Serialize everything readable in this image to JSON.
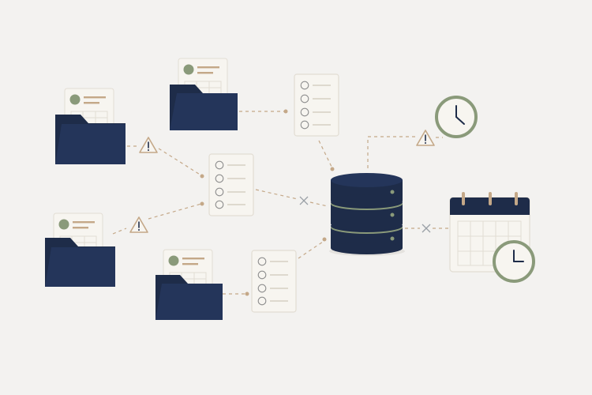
{
  "illustration": {
    "palette": {
      "background": "#f3f2f0",
      "navy": "#1e2c49",
      "sage": "#8a9a7a",
      "tan": "#c4a888",
      "paper": "#f7f5f0",
      "paper_edge": "#e2ddd3"
    },
    "icons": {
      "folders": [
        "folder-with-profile-card",
        "folder-with-profile-card",
        "folder-with-profile-card",
        "folder-with-profile-card"
      ],
      "checklists": [
        "checklist-document",
        "checklist-document",
        "checklist-document"
      ],
      "central": "database-server-icon",
      "warnings": [
        "warning-triangle-icon",
        "warning-triangle-icon",
        "warning-triangle-icon"
      ],
      "broken_links": [
        "x-mark-icon",
        "x-mark-icon"
      ],
      "time": [
        "clock-icon",
        "calendar-icon",
        "clock-icon"
      ]
    }
  }
}
